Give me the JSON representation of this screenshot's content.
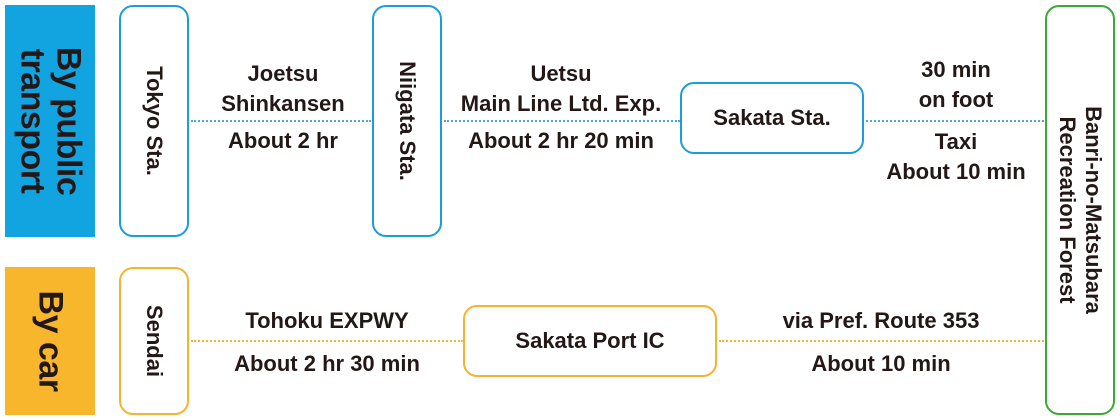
{
  "bands": {
    "public": {
      "line1": "By public",
      "line2": "transport"
    },
    "car": {
      "label": "By car"
    }
  },
  "public_route": {
    "origin": "Tokyo Sta.",
    "segment1": {
      "line1": "Joetsu",
      "line2": "Shinkansen",
      "time": "About 2 hr"
    },
    "stop1": "Niigata Sta.",
    "segment2": {
      "line1": "Uetsu",
      "line2": "Main Line Ltd. Exp.",
      "time": "About 2 hr 20 min"
    },
    "stop2": "Sakata Sta.",
    "segment3": {
      "walk1": "30 min",
      "walk2": "on foot",
      "taxi1": "Taxi",
      "taxi2": "About 10 min"
    }
  },
  "car_route": {
    "origin": "Sendai",
    "segment1": {
      "road": "Tohoku EXPWY",
      "time": "About 2 hr 30 min"
    },
    "stop1": "Sakata Port IC",
    "segment2": {
      "road": "via Pref. Route 353",
      "time": "About 10 min"
    }
  },
  "destination": {
    "line1": "Banri-no-Matsubara",
    "line2": "Recreation Forest"
  },
  "colors": {
    "public": "#12a3e1",
    "car": "#f8b62d",
    "destination": "#3aa935"
  }
}
